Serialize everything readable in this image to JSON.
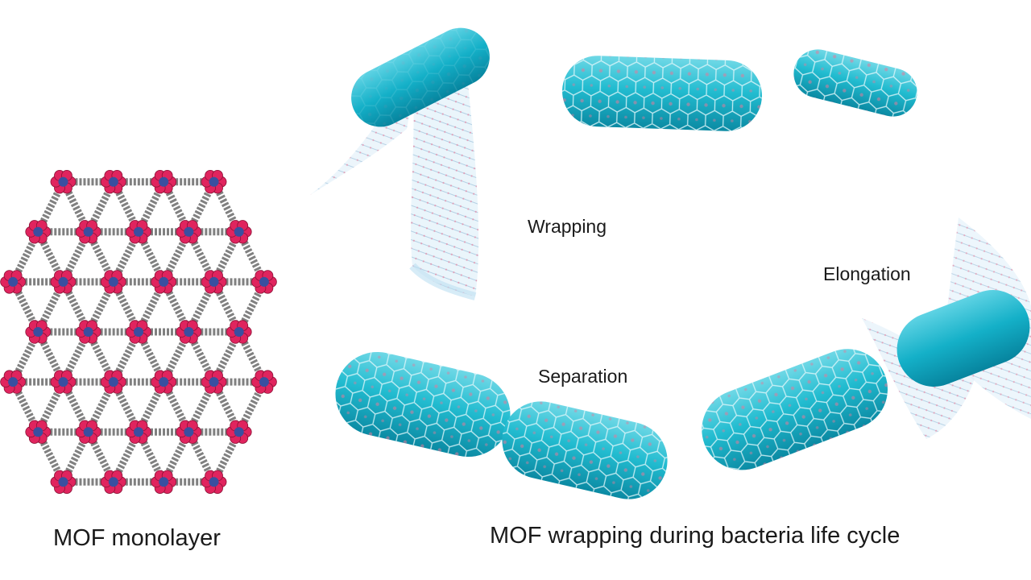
{
  "stages": {
    "wrapping": "Wrapping",
    "elongation": "Elongation",
    "separation": "Separation"
  },
  "captions": {
    "mof": "MOF monolayer",
    "cycle": "MOF wrapping during bacteria life cycle"
  },
  "colors": {
    "bacteria_body": "#20bcd0",
    "bacteria_dark": "#0d8fa8",
    "bacteria_light": "#9fe6ee",
    "mof_sheet": "#bcdff2",
    "mof_node": "#e0245e",
    "mof_node_center": "#3a4fa0",
    "mof_linker": "#6b6b6b",
    "text": "#1a1a1a"
  }
}
